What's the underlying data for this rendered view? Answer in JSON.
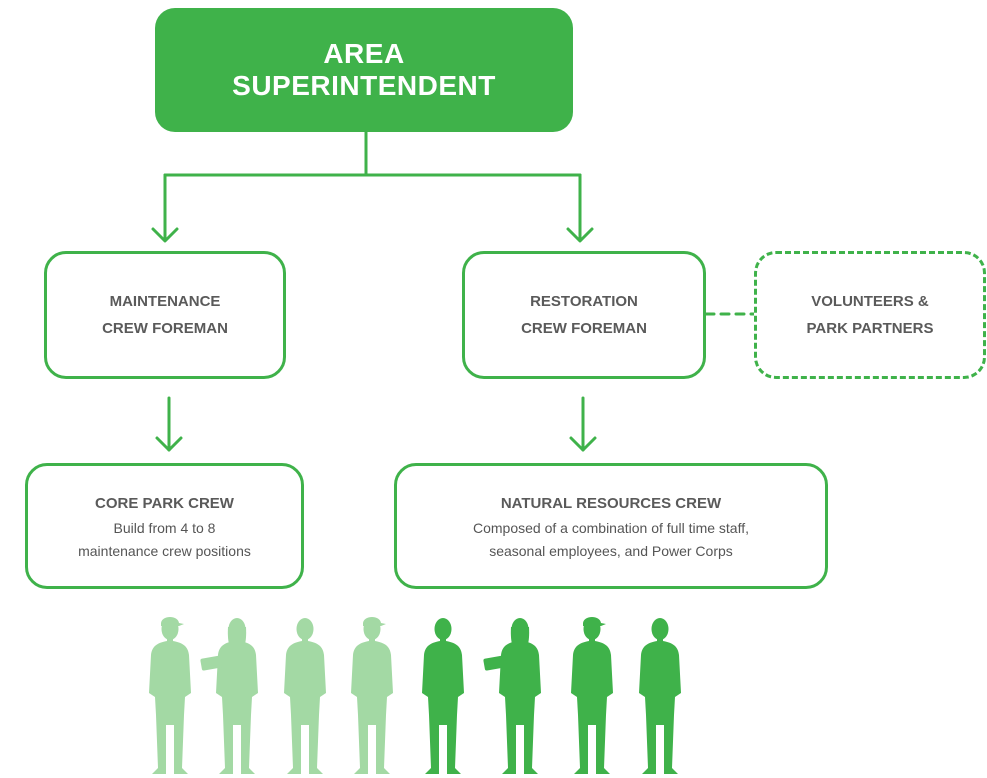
{
  "top": {
    "line1": "AREA",
    "line2": "SUPERINTENDENT"
  },
  "maintenance": {
    "line1": "MAINTENANCE",
    "line2": "CREW FOREMAN"
  },
  "restoration": {
    "line1": "RESTORATION",
    "line2": "CREW FOREMAN"
  },
  "volunteers": {
    "line1": "VOLUNTEERS &",
    "line2": "PARK PARTNERS"
  },
  "core_crew": {
    "title": "CORE PARK CREW",
    "desc1": "Build from 4 to 8",
    "desc2": "maintenance crew positions"
  },
  "natural_crew": {
    "title": "NATURAL RESOURCES CREW",
    "desc1": "Composed of a combination of full time staff,",
    "desc2": "seasonal employees, and Power Corps"
  },
  "colors": {
    "primary": "#3fb24a",
    "light": "#a3d9a4",
    "text": "#555555"
  },
  "people": [
    {
      "icon": "person-cap-icon",
      "tone": "light"
    },
    {
      "icon": "person-clipboard-woman-icon",
      "tone": "light"
    },
    {
      "icon": "person-icon",
      "tone": "light"
    },
    {
      "icon": "person-cap-arms-crossed-icon",
      "tone": "light"
    },
    {
      "icon": "person-icon",
      "tone": "dark"
    },
    {
      "icon": "person-clipboard-woman-icon",
      "tone": "dark"
    },
    {
      "icon": "person-cap-icon",
      "tone": "dark"
    },
    {
      "icon": "person-icon",
      "tone": "dark"
    }
  ]
}
